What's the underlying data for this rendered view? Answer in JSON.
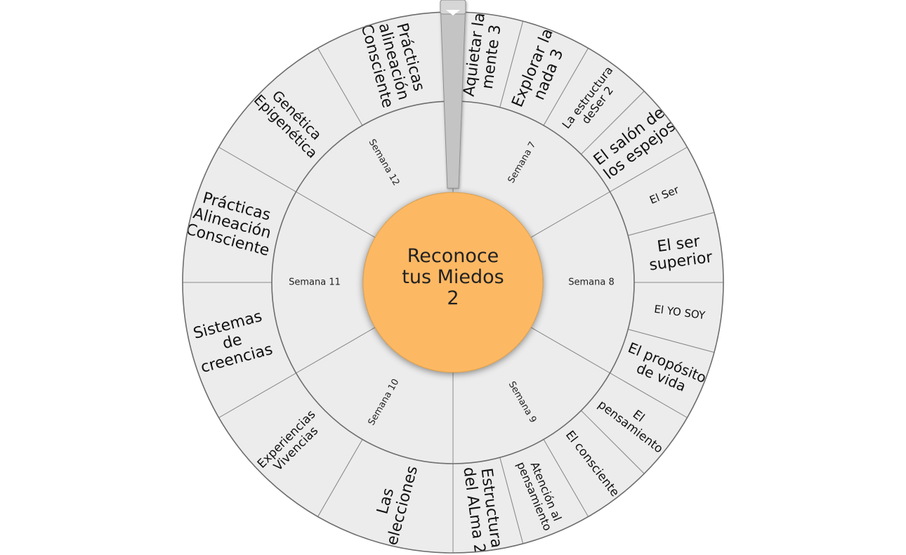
{
  "center": {
    "label_lines": [
      "Reconoce",
      "tus Miedos",
      "2"
    ],
    "color": "#fdb863"
  },
  "colors": {
    "segment_fill": "#ececec",
    "segment_stroke": "#8a8a8a",
    "ring_stroke": "#6e6e6e",
    "pointer_fill": "#c4c4c4"
  },
  "pointer": {
    "icon": "pointer-icon"
  },
  "weeks": [
    {
      "label": "Semana 7",
      "topics": [
        {
          "lines": [
            "Aquietar la",
            "mente 3"
          ],
          "size": 22
        },
        {
          "lines": [
            "Explorar la",
            "nada 3"
          ],
          "size": 22
        },
        {
          "lines": [
            "La estructura",
            "deSer 2"
          ],
          "size": 16
        },
        {
          "lines": [
            "El salón de",
            "los espejos"
          ],
          "size": 22
        }
      ]
    },
    {
      "label": "Semana 8",
      "topics": [
        {
          "lines": [
            "El Ser"
          ],
          "size": 15
        },
        {
          "lines": [
            "El ser",
            "superior"
          ],
          "size": 22
        },
        {
          "lines": [
            "El YO SOY"
          ],
          "size": 15
        },
        {
          "lines": [
            "El propósito",
            "de vida"
          ],
          "size": 20
        }
      ]
    },
    {
      "label": "Semana 9",
      "topics": [
        {
          "lines": [
            "El",
            "pensamiento"
          ],
          "size": 17
        },
        {
          "lines": [
            "El consciente"
          ],
          "size": 17
        },
        {
          "lines": [
            "Atención al",
            "pensamiento"
          ],
          "size": 16
        },
        {
          "lines": [
            "Estructura",
            "del ALma 2"
          ],
          "size": 22
        }
      ]
    },
    {
      "label": "Semana 10",
      "topics": [
        {
          "lines": [
            "Las",
            "elecciones"
          ],
          "size": 22
        },
        {
          "lines": [
            "Experiencias",
            "Vivencias"
          ],
          "size": 17
        }
      ]
    },
    {
      "label": "Semana 11",
      "topics": [
        {
          "lines": [
            "Sistemas",
            "de",
            "creencias"
          ],
          "size": 22
        },
        {
          "lines": [
            "Prácticas",
            "Alineación",
            "Consciente"
          ],
          "size": 22
        }
      ]
    },
    {
      "label": "Semana 12",
      "topics": [
        {
          "lines": [
            "Genética",
            "Epigenética"
          ],
          "size": 20
        },
        {
          "lines": [
            "Prácticas",
            "alineación",
            "Consciente"
          ],
          "size": 22
        }
      ]
    }
  ]
}
